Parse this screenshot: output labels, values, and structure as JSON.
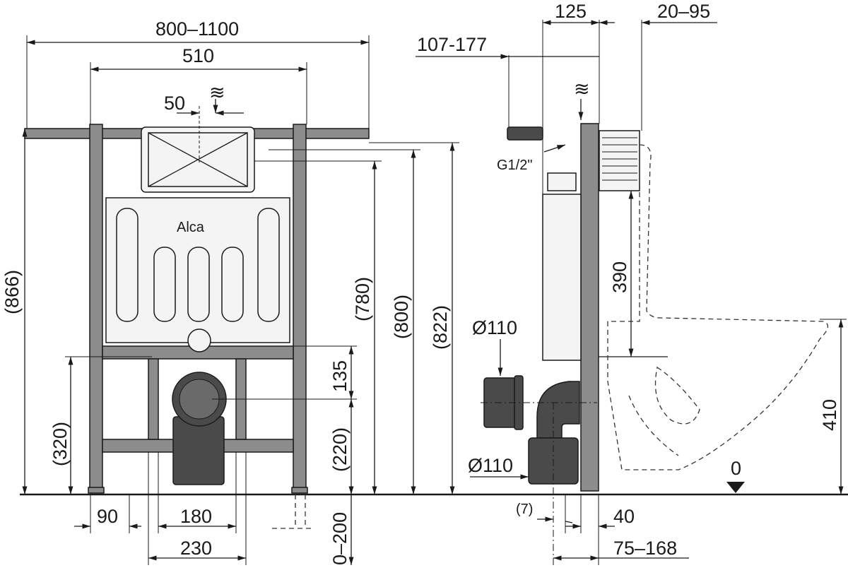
{
  "title": "Installation frame dimensional drawing",
  "brand_logo": "Alca",
  "colors": {
    "line": "#1a1a1a",
    "frame": "#8c8c8c",
    "pipe": "#4a4a4a"
  },
  "front_view": {
    "width_range": "800–1100",
    "frame_width": "510",
    "inlet_offset": "50",
    "height_866": "(866)",
    "height_780": "(780)",
    "height_800": "(800)",
    "height_822": "(822)",
    "dim_135": "135",
    "dim_220": "(220)",
    "dim_320": "(320)",
    "dim_0_200": "0–200",
    "dim_90": "90",
    "dim_180": "180",
    "dim_230": "230"
  },
  "side_view": {
    "dim_125": "125",
    "dim_20_95": "20–95",
    "dim_107_177": "107-177",
    "thread": "G1/2\"",
    "dim_390": "390",
    "pipe_upper": "Ø110",
    "pipe_lower": "Ø110",
    "dim_410": "410",
    "floor_level": "0",
    "dim_7": "(7)",
    "dim_40": "40",
    "dim_75_168": "75–168"
  }
}
